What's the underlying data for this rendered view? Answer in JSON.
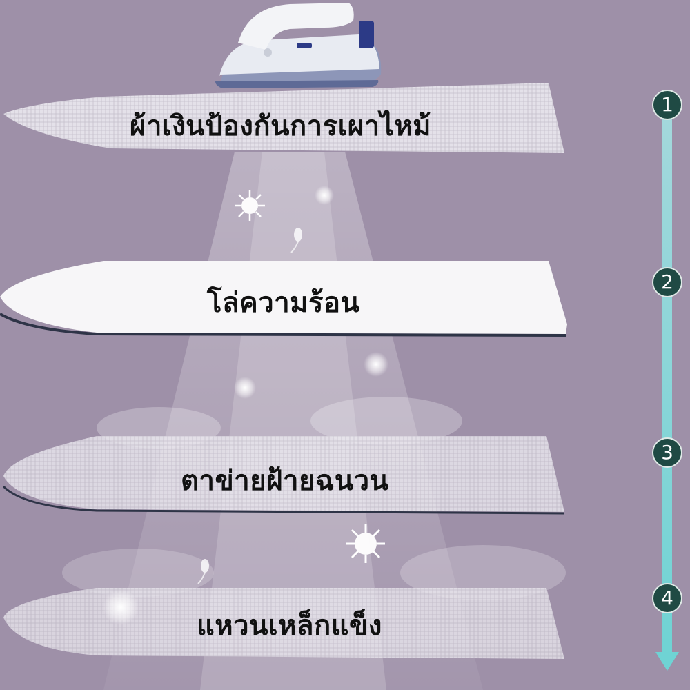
{
  "layers": [
    {
      "label": "ผ้าเงินป้องกันการเผาไหม้",
      "step": "1"
    },
    {
      "label": "โล่ความร้อน",
      "step": "2"
    },
    {
      "label": "ตาข่ายฝ้ายฉนวน",
      "step": "3"
    },
    {
      "label": "แหวนเหล็กแข็ง",
      "step": "4"
    }
  ],
  "colors": {
    "background": "#9e90a8",
    "arrow": "#7fd8d8",
    "badge": "#1f4a44",
    "board_edge": "#2e3447"
  },
  "icons": {
    "iron": "steam-iron-icon",
    "germ": "virus-germ-icon",
    "arrow": "down-arrow-icon"
  }
}
